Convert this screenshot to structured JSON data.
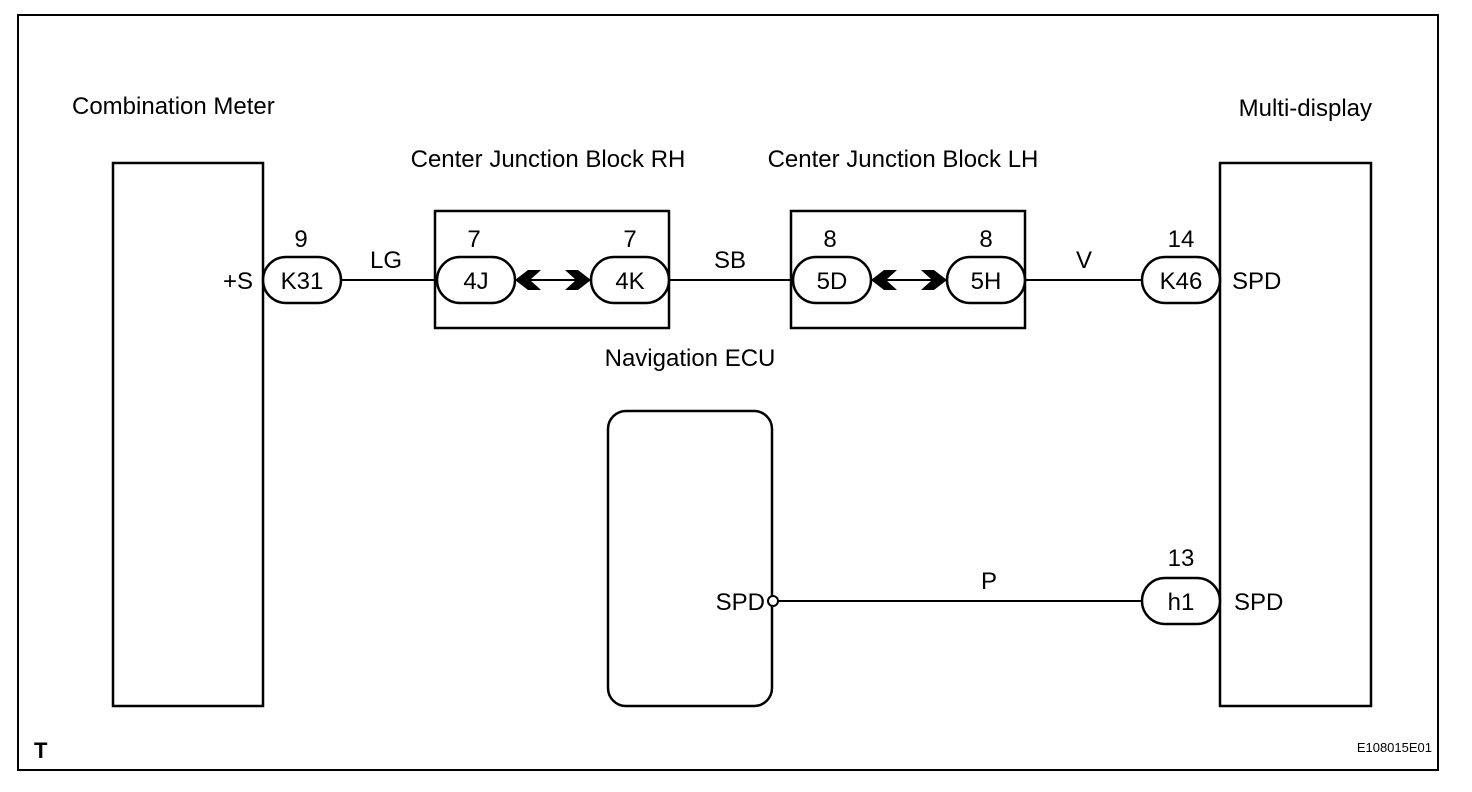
{
  "components": {
    "combination_meter": "Combination Meter",
    "multi_display": "Multi-display",
    "cjb_rh": "Center Junction Block RH",
    "cjb_lh": "Center Junction Block LH",
    "navigation_ecu": "Navigation ECU"
  },
  "terminals": {
    "meter_s": "+S",
    "display_spd_top": "SPD",
    "display_spd_bottom": "SPD",
    "nav_spd": "SPD"
  },
  "connectors": {
    "k31": {
      "code": "K31",
      "pin": "9"
    },
    "j4": {
      "code": "4J",
      "pin": "7"
    },
    "k4": {
      "code": "4K",
      "pin": "7"
    },
    "d5": {
      "code": "5D",
      "pin": "8"
    },
    "h5": {
      "code": "5H",
      "pin": "8"
    },
    "k46": {
      "code": "K46",
      "pin": "14"
    },
    "h1": {
      "code": "h1",
      "pin": "13"
    }
  },
  "wires": {
    "lg": "LG",
    "sb": "SB",
    "v": "V",
    "p": "P"
  },
  "footer": {
    "corner_mark": "T",
    "figure_id": "E108015E01"
  }
}
